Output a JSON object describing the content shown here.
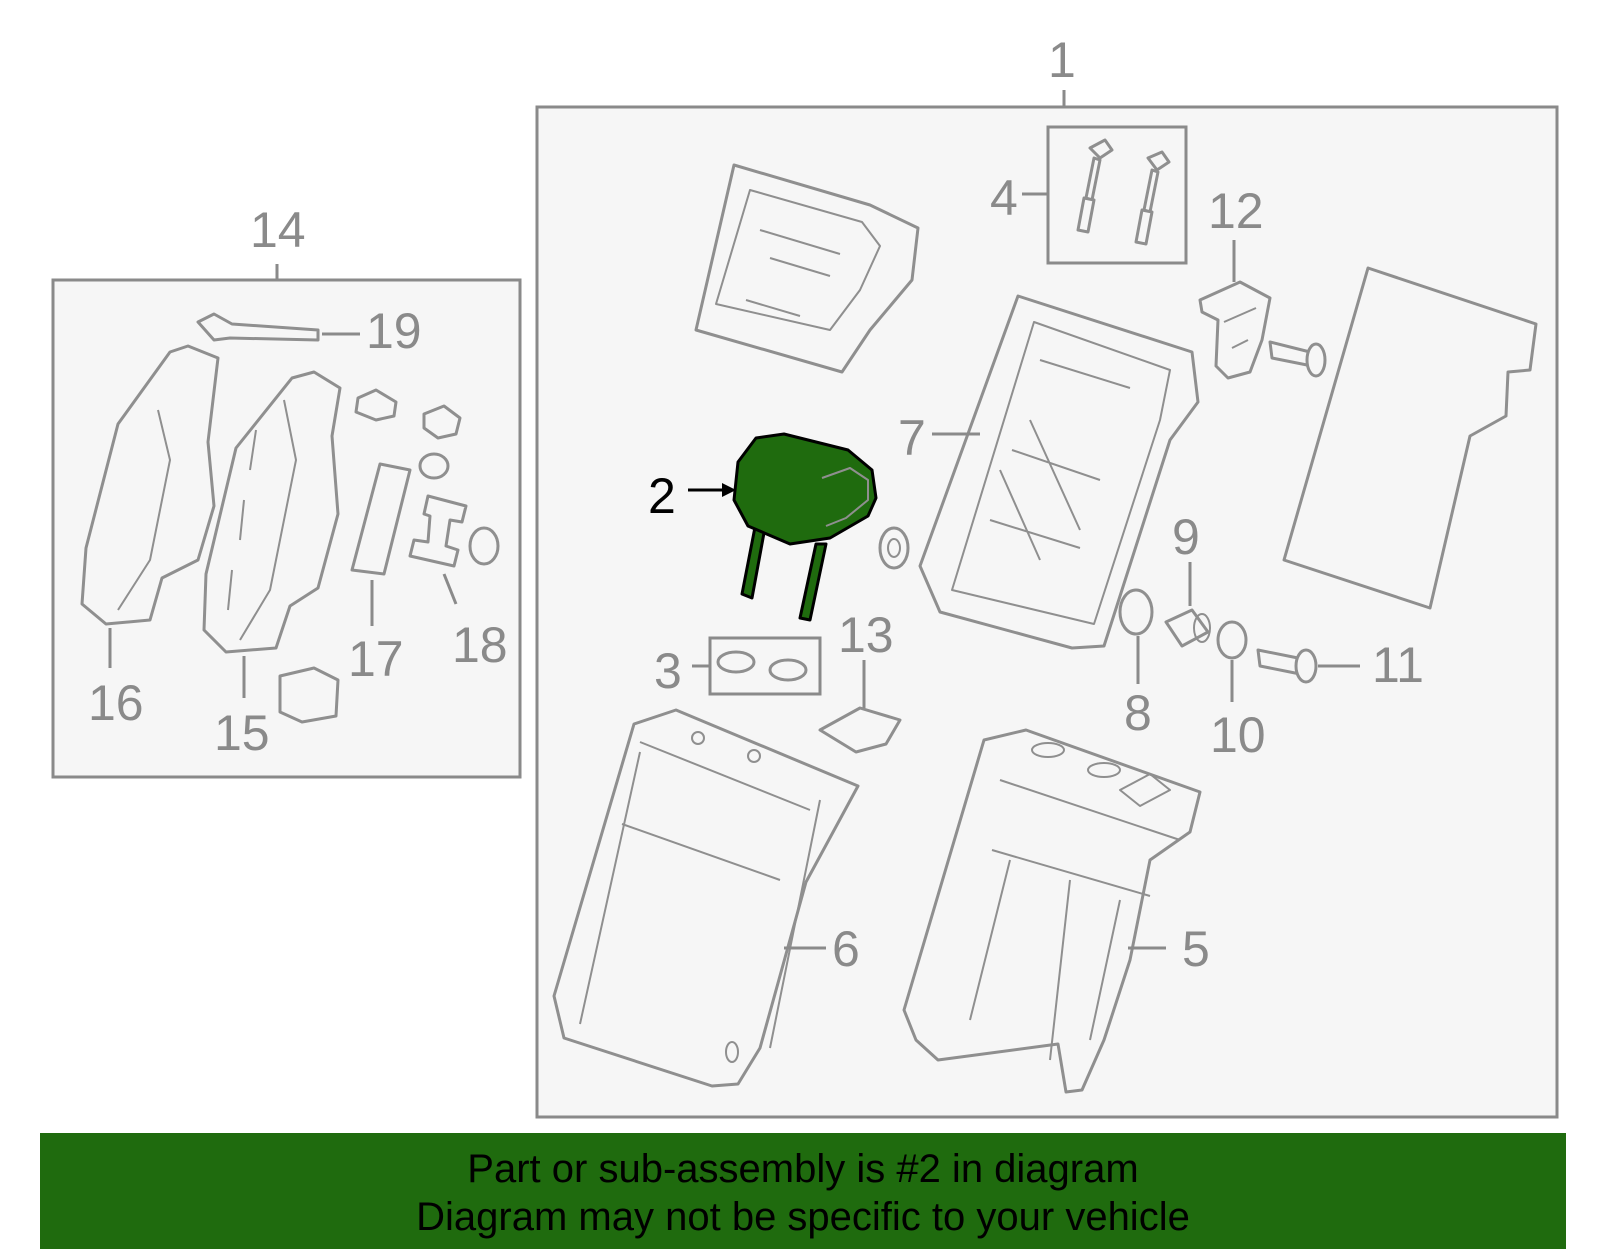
{
  "colors": {
    "highlight": "#1f6b0e",
    "banner_background": "#1f6b0e",
    "banner_text": "#000000",
    "part_outline": "#8f8f8f",
    "box_background": "#f6f6f6"
  },
  "callouts": {
    "c1": "1",
    "c2": "2",
    "c3": "3",
    "c4": "4",
    "c5": "5",
    "c6": "6",
    "c7": "7",
    "c8": "8",
    "c9": "9",
    "c10": "10",
    "c11": "11",
    "c12": "12",
    "c13": "13",
    "c14": "14",
    "c15": "15",
    "c16": "16",
    "c17": "17",
    "c18": "18",
    "c19": "19"
  },
  "highlighted_part": "2",
  "banner": {
    "line1": "Part or sub-assembly is #2 in diagram",
    "line2": "Diagram may not be specific to your vehicle"
  }
}
